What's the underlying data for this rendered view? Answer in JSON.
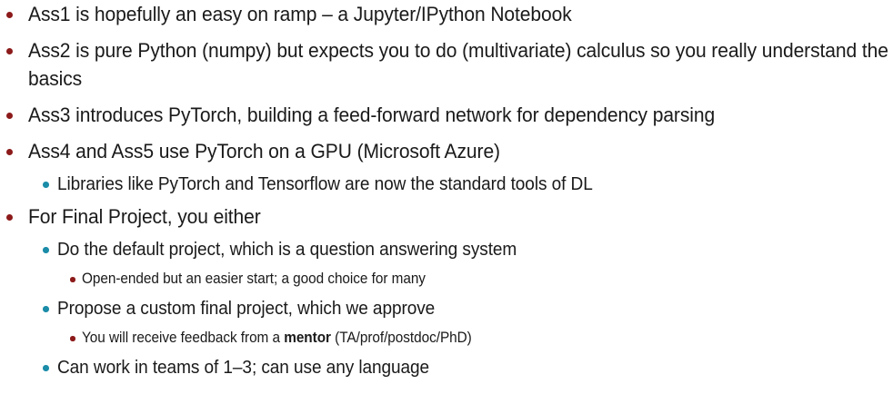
{
  "slide": {
    "background_color": "#ffffff",
    "text_color": "#1a1a1a",
    "bullet_color_level1": "#8c1a1a",
    "bullet_color_level2": "#1a8ca8",
    "bullet_color_level3": "#8c1a1a"
  },
  "content": {
    "items": [
      {
        "level": 1,
        "text": "Ass1 is hopefully an easy on ramp – a Jupyter/IPython Notebook"
      },
      {
        "level": 1,
        "text": "Ass2 is pure Python (numpy) but expects you to do (multivariate) calculus so you really understand the basics"
      },
      {
        "level": 1,
        "text": "Ass3 introduces PyTorch, building a feed-forward network for dependency parsing"
      },
      {
        "level": 1,
        "text": "Ass4 and Ass5 use PyTorch on a GPU (Microsoft Azure)"
      },
      {
        "level": 2,
        "text": "Libraries like PyTorch and Tensorflow are now the standard tools of DL"
      },
      {
        "level": 1,
        "text": "For Final Project, you either"
      },
      {
        "level": 2,
        "text": "Do the default project, which is a question answering system"
      },
      {
        "level": 3,
        "text": "Open-ended but an easier start; a good choice for many"
      },
      {
        "level": 2,
        "text": "Propose a custom final project, which we approve"
      },
      {
        "level": 3,
        "text_parts": {
          "before": "You will receive feedback from a ",
          "bold": "mentor",
          "after": " (TA/prof/postdoc/PhD)"
        }
      },
      {
        "level": 2,
        "text": "Can work in teams of 1–3; can use any language"
      }
    ]
  }
}
